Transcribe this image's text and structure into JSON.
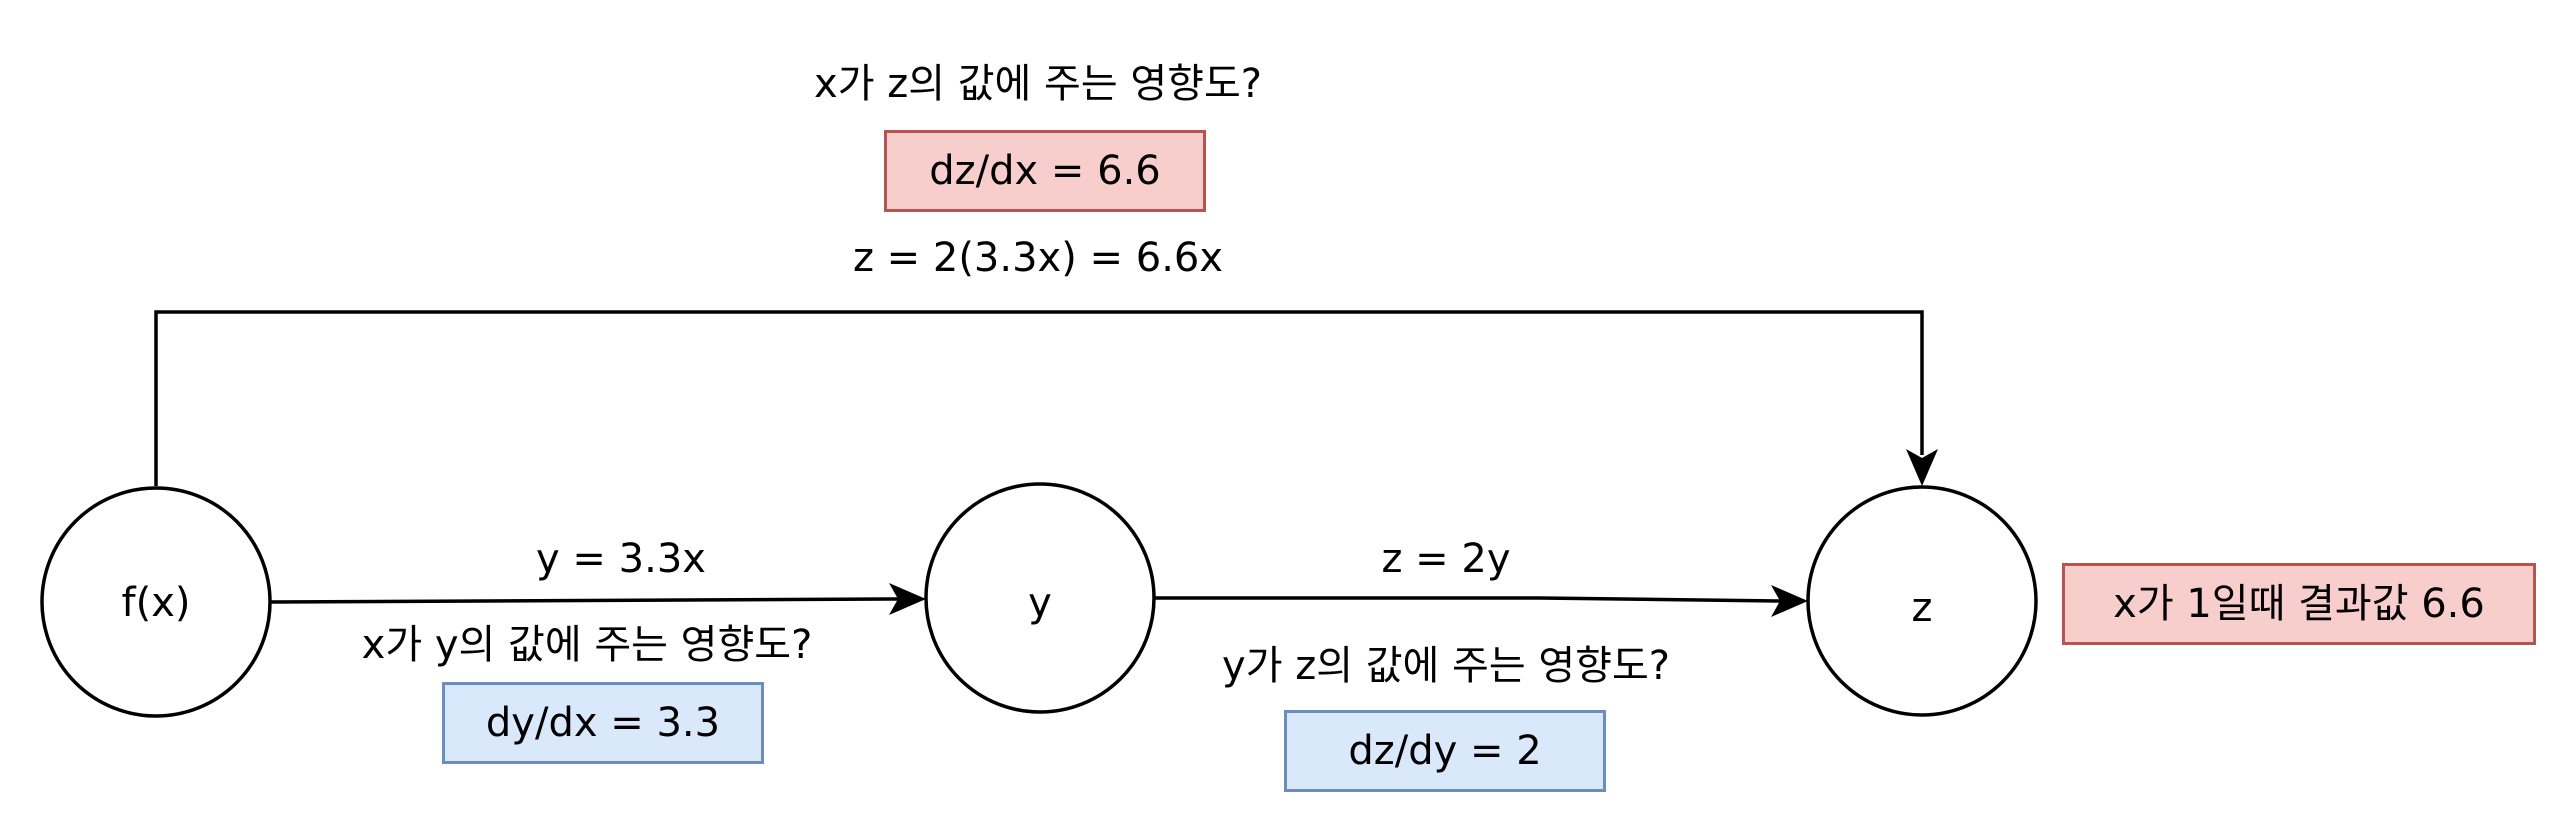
{
  "colors": {
    "stroke": "#000000",
    "red_fill": "#f8cecc",
    "red_border": "#b85450",
    "blue_fill": "#dae8fc",
    "blue_border": "#6c8ebf"
  },
  "nodes": {
    "fx": "f(x)",
    "y": "y",
    "z": "z"
  },
  "edges": {
    "top": {
      "question": "x가 z의 값에 주는 영향도?",
      "derivative": "dz/dx = 6.6",
      "formula": "z = 2(3.3x) = 6.6x"
    },
    "fx_to_y": {
      "formula": "y = 3.3x",
      "question": "x가 y의 값에 주는 영향도?",
      "derivative": "dy/dx = 3.3"
    },
    "y_to_z": {
      "formula": "z = 2y",
      "question": "y가 z의 값에 주는 영향도?",
      "derivative": "dz/dy = 2"
    }
  },
  "result": "x가 1일때 결과값 6.6"
}
